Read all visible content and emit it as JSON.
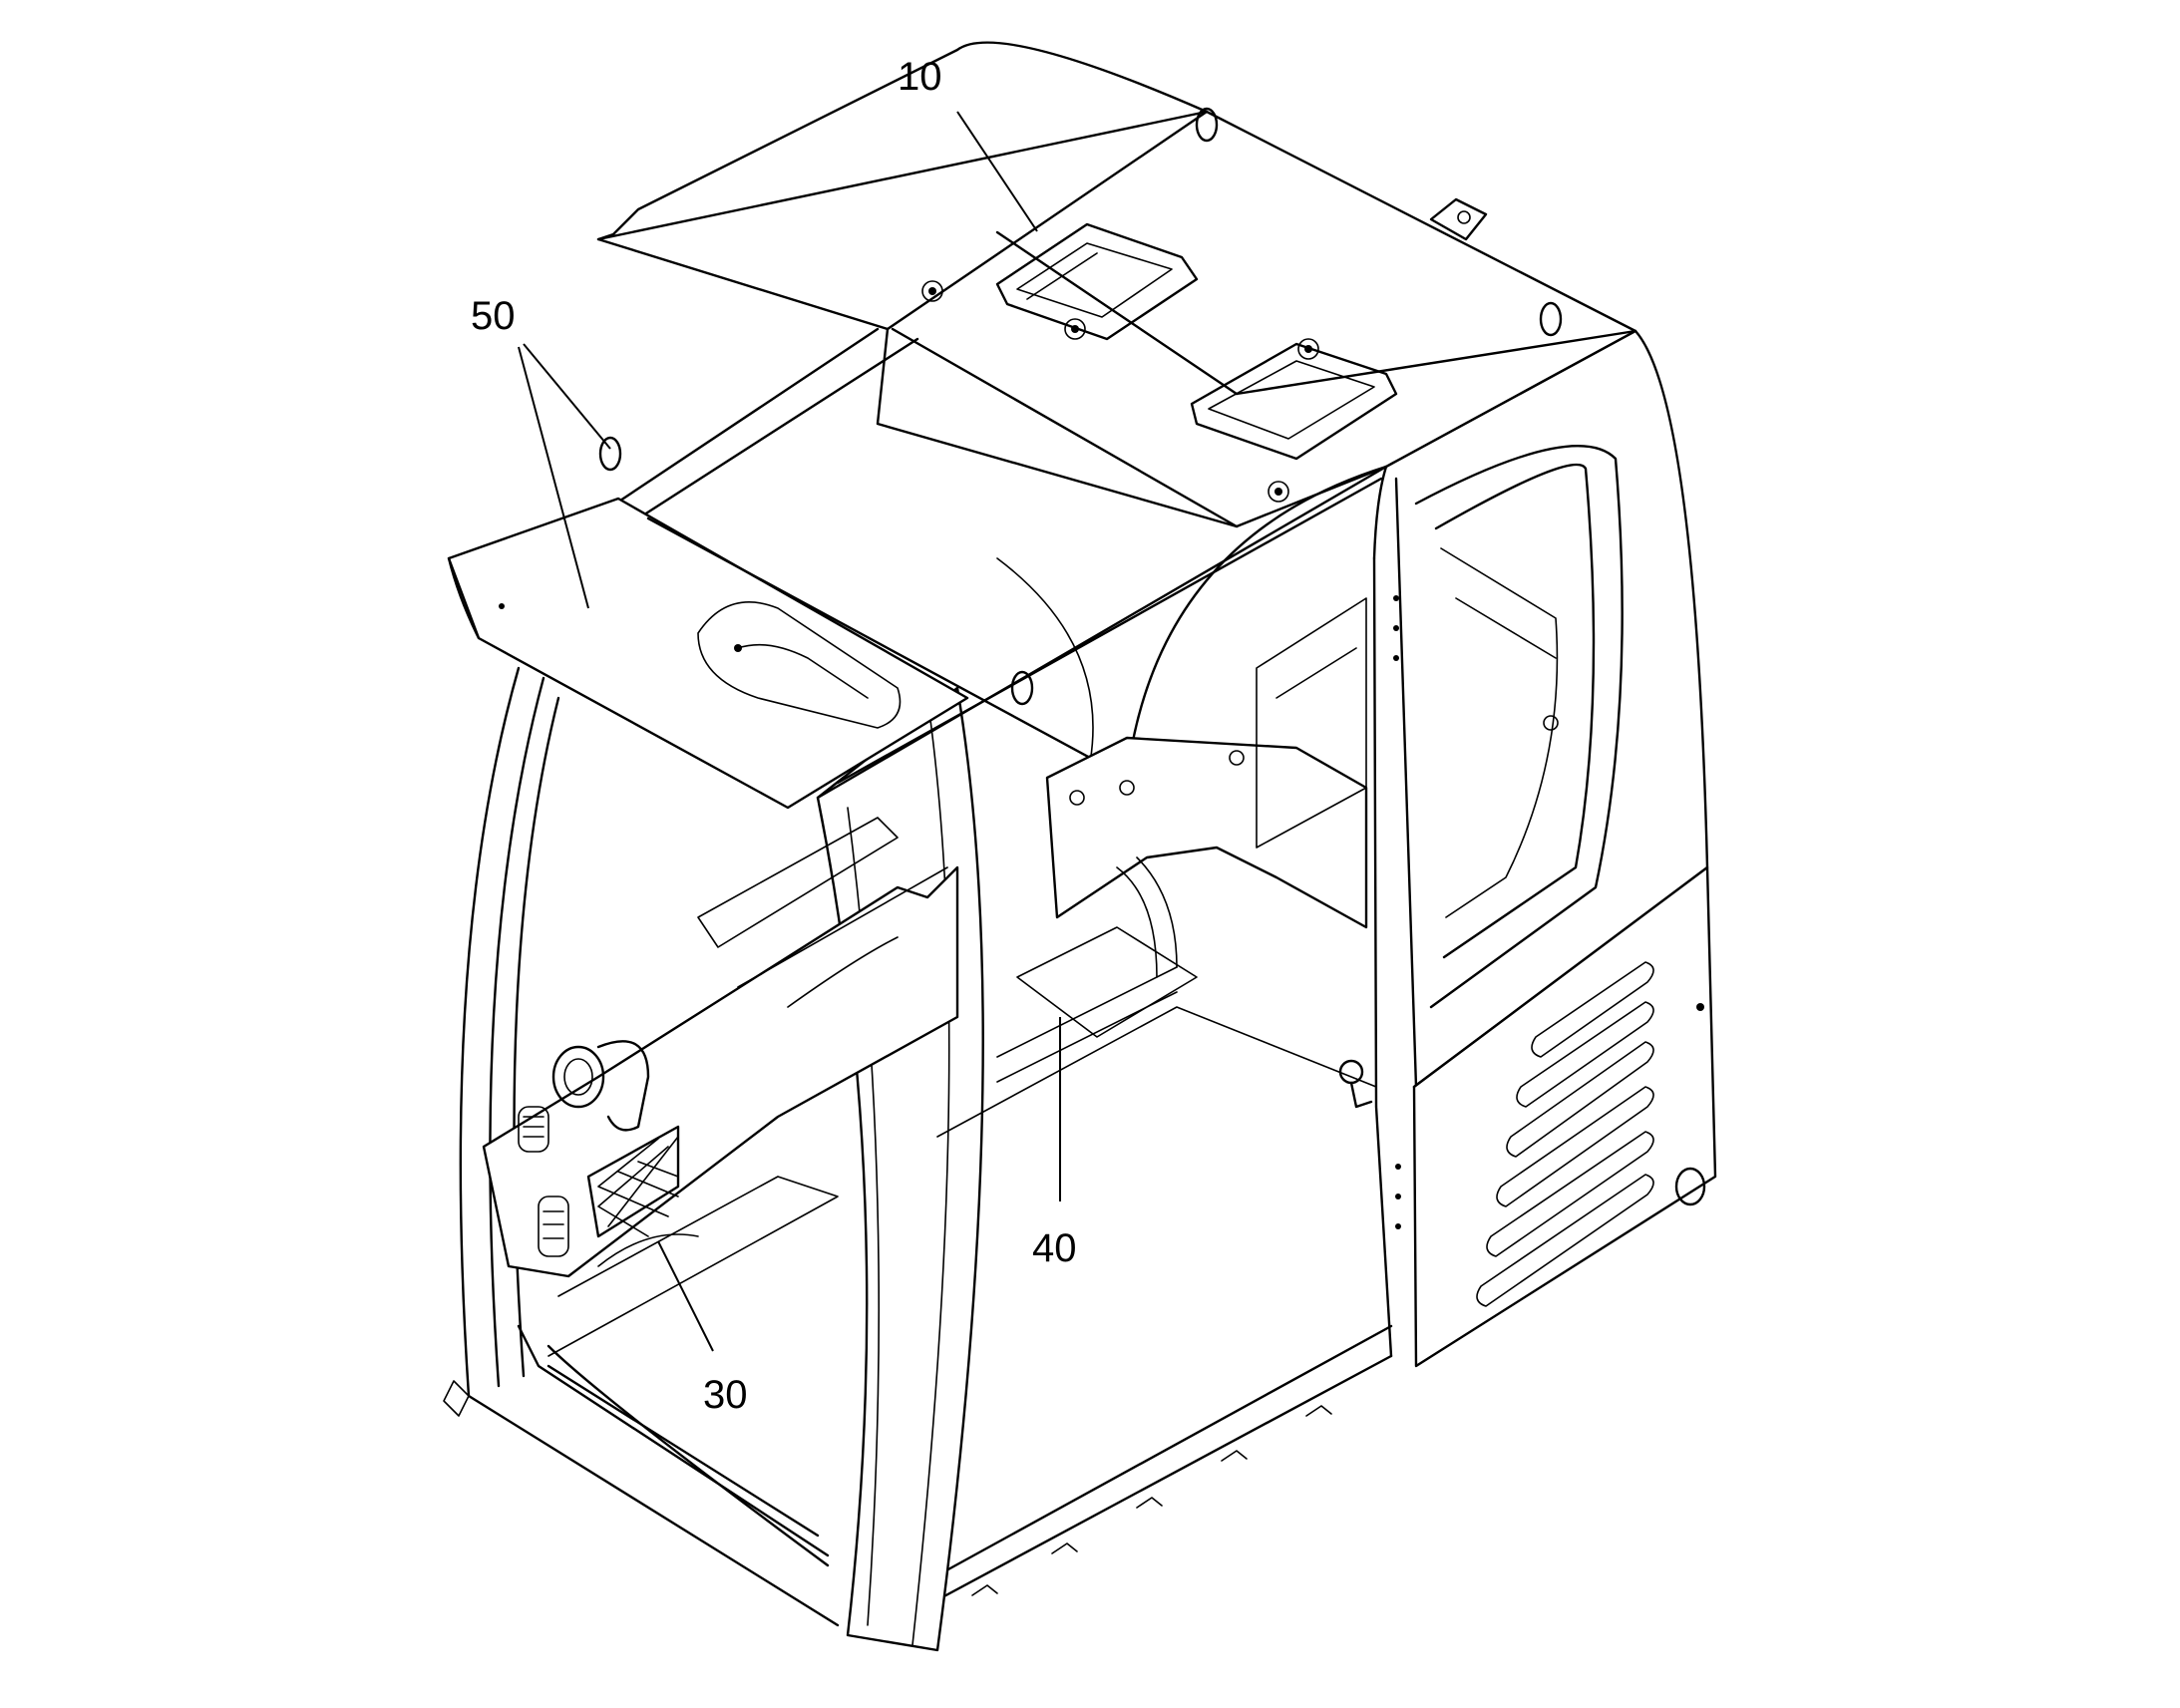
{
  "callouts": {
    "c10": "10",
    "c50": "50",
    "c40": "40",
    "c30": "30"
  },
  "colors": {
    "line": "#000000",
    "background": "#ffffff"
  }
}
